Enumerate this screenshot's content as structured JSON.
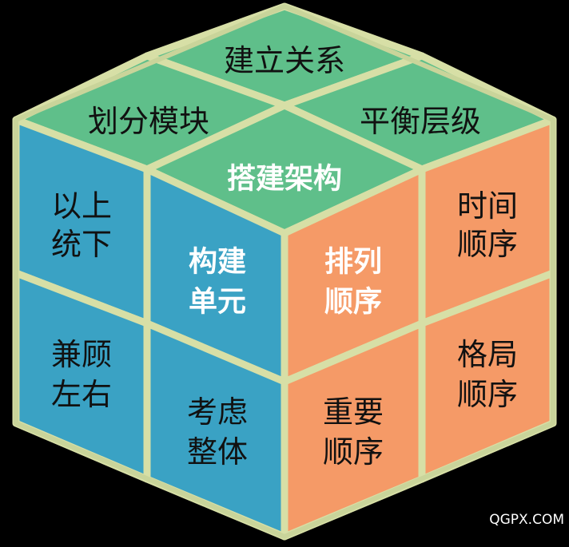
{
  "diagram": {
    "colors": {
      "top_face": "#5fbf8a",
      "left_face": "#3aa2c4",
      "right_face": "#f59a67",
      "border": "#d7dfa6",
      "background": "#000000"
    },
    "top": {
      "back": "建立关系",
      "left": "划分模块",
      "right": "平衡层级",
      "front": "搭建架构"
    },
    "left_face": {
      "top_outer": [
        "以上",
        "统下"
      ],
      "top_inner": [
        "构建",
        "单元"
      ],
      "bottom_outer": [
        "兼顾",
        "左右"
      ],
      "bottom_inner": [
        "考虑",
        "整体"
      ]
    },
    "right_face": {
      "top_inner": [
        "排列",
        "顺序"
      ],
      "top_outer": [
        "时间",
        "顺序"
      ],
      "bottom_inner": [
        "重要",
        "顺序"
      ],
      "bottom_outer": [
        "格局",
        "顺序"
      ]
    },
    "watermark": "QGPX.COM"
  }
}
